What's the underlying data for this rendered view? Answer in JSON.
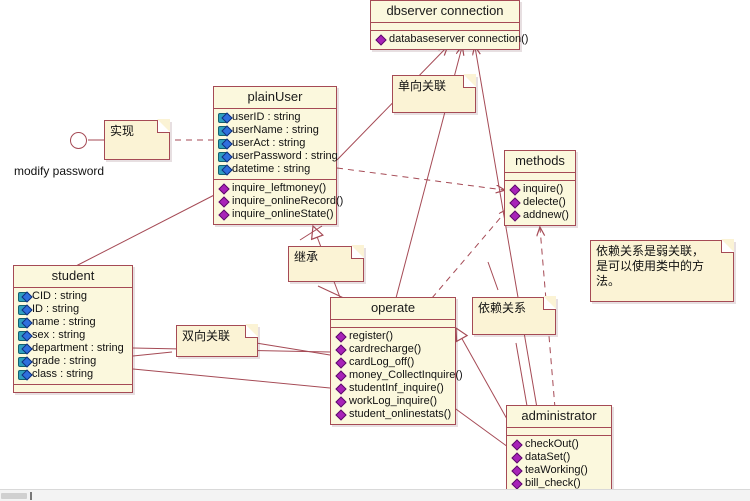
{
  "diagram": {
    "title": "UML class diagram",
    "colors": {
      "class_fill": "#fbf8dd",
      "class_border": "#a54a55",
      "note_fill": "#fbf3d5",
      "line": "#a54a55",
      "attribute_icon": "#2f6fdd",
      "method_icon": "#a822b8",
      "background": "#ffffff"
    }
  },
  "classes": [
    {
      "id": "dbserver",
      "name": "dbserver connection",
      "attributes": [],
      "methods": [
        {
          "icon": "method-icon",
          "label": "databaseserver connection()"
        }
      ]
    },
    {
      "id": "plainUser",
      "name": "plainUser",
      "attributes": [
        {
          "icon": "attribute-icon",
          "label": "userID : string"
        },
        {
          "icon": "attribute-icon",
          "label": "userName : string"
        },
        {
          "icon": "attribute-icon",
          "label": "userAct : string"
        },
        {
          "icon": "attribute-icon",
          "label": "userPassword : string"
        },
        {
          "icon": "attribute-icon",
          "label": "datetime : string"
        }
      ],
      "methods": [
        {
          "icon": "method-icon",
          "label": "inquire_leftmoney()"
        },
        {
          "icon": "method-icon",
          "label": "inquire_onlineRecord()"
        },
        {
          "icon": "method-icon",
          "label": "inquire_onlineState()"
        }
      ]
    },
    {
      "id": "methods",
      "name": "methods",
      "attributes": [],
      "methods": [
        {
          "icon": "method-icon",
          "label": "inquire()"
        },
        {
          "icon": "method-icon",
          "label": "delecte()"
        },
        {
          "icon": "method-icon",
          "label": "addnew()"
        }
      ]
    },
    {
      "id": "student",
      "name": "student",
      "attributes": [
        {
          "icon": "attribute-icon",
          "label": "CID : string"
        },
        {
          "icon": "attribute-icon",
          "label": "ID : string"
        },
        {
          "icon": "attribute-icon",
          "label": "name : string"
        },
        {
          "icon": "attribute-icon",
          "label": "sex : string"
        },
        {
          "icon": "attribute-icon",
          "label": "department : string"
        },
        {
          "icon": "attribute-icon",
          "label": "grade : string"
        },
        {
          "icon": "attribute-icon",
          "label": "class : string"
        }
      ],
      "methods": []
    },
    {
      "id": "operate",
      "name": "operate",
      "attributes": [],
      "methods": [
        {
          "icon": "method-icon",
          "label": "register()"
        },
        {
          "icon": "method-icon",
          "label": "cardrecharge()"
        },
        {
          "icon": "method-icon",
          "label": "cardLog_off()"
        },
        {
          "icon": "method-icon",
          "label": "money_CollectInquire()"
        },
        {
          "icon": "method-icon",
          "label": "studentInf_inquire()"
        },
        {
          "icon": "method-icon",
          "label": "workLog_inquire()"
        },
        {
          "icon": "method-icon",
          "label": "student_onlinestats()"
        }
      ]
    },
    {
      "id": "administrator",
      "name": "administrator",
      "attributes": [],
      "methods": [
        {
          "icon": "method-icon",
          "label": "checkOut()"
        },
        {
          "icon": "method-icon",
          "label": "dataSet()"
        },
        {
          "icon": "method-icon",
          "label": "teaWorking()"
        },
        {
          "icon": "method-icon",
          "label": "bill_check()"
        }
      ]
    }
  ],
  "notes": [
    {
      "id": "note_realize",
      "text": "实现"
    },
    {
      "id": "note_unidirectional",
      "text": "单向关联"
    },
    {
      "id": "note_inherit",
      "text": "继承"
    },
    {
      "id": "note_bidirectional",
      "text": "双向关联"
    },
    {
      "id": "note_dependency",
      "text": "依赖关系"
    },
    {
      "id": "note_explain_l1",
      "text": "依赖关系是弱关联，"
    },
    {
      "id": "note_explain_l2",
      "text": "是可以使用类中的方"
    },
    {
      "id": "note_explain_l3",
      "text": "法。"
    }
  ],
  "interface": {
    "label": "modify password"
  }
}
